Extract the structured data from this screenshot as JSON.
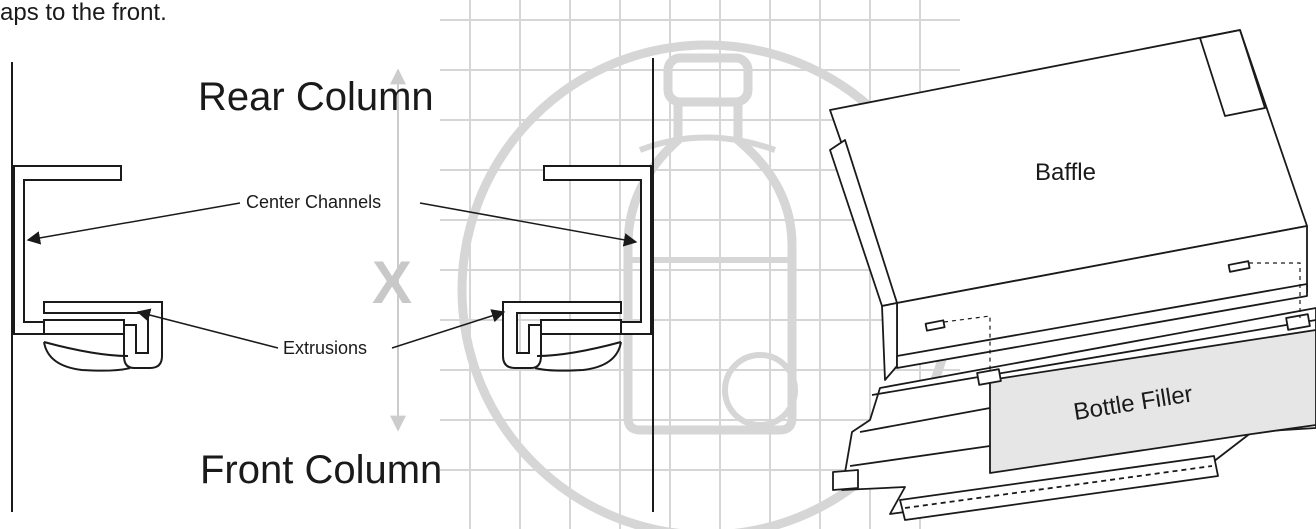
{
  "intro_text": "aps to the front.",
  "labels": {
    "rear_column": "Rear Column",
    "front_column": "Front Column",
    "center_channels": "Center Channels",
    "extrusions": "Extrusions",
    "baffle": "Baffle",
    "bottle_filler": "Bottle Filler",
    "dimension_x_left": "X",
    "dimension_x_right": "X"
  },
  "icons": {
    "background_watermark": "bottle-watermark-icon"
  },
  "colors": {
    "line": "#1a1a1a",
    "watermark": "#d4d4d4",
    "filler_fill": "#e6e6e6"
  }
}
